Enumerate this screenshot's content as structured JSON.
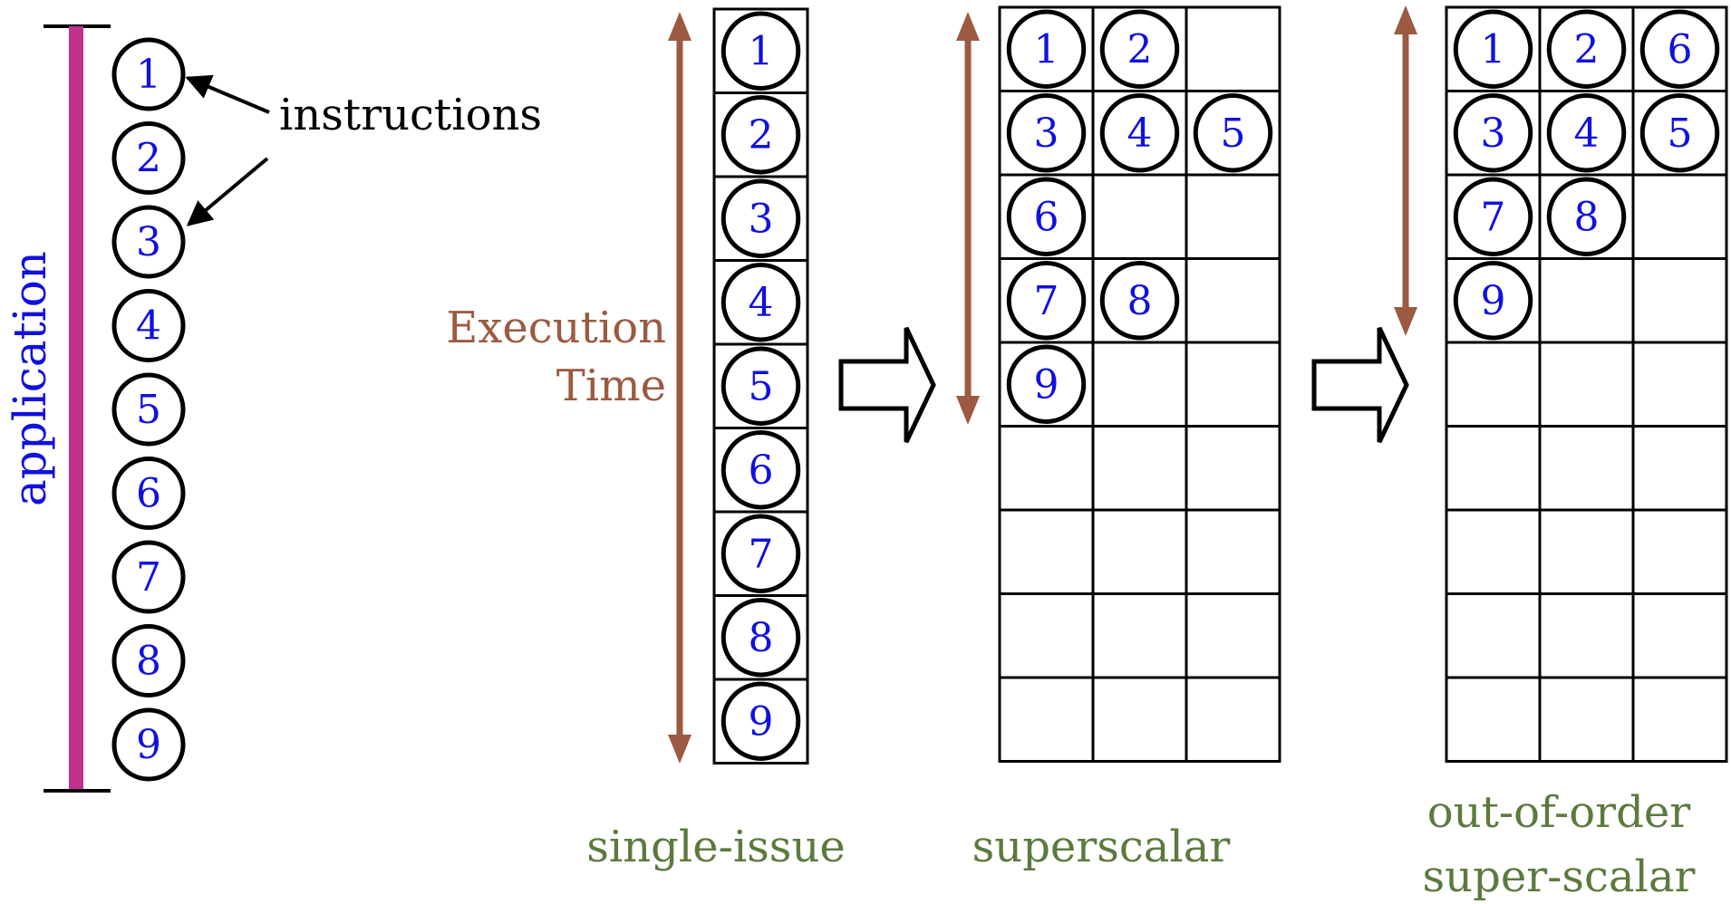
{
  "labels": {
    "application": "application",
    "instructions": "instructions",
    "execution_line1": "Execution",
    "execution_line2": "Time",
    "single_issue": "single-issue",
    "superscalar": "superscalar",
    "ooo_line1": "out-of-order",
    "ooo_line2": "super-scalar"
  },
  "colors": {
    "instruction_number": "#1010e0",
    "application_bar": "#c0308f",
    "application_label": "#1010e0",
    "execution_time": "#9b5a41",
    "caption": "#5c7a3e",
    "lines": "#000000"
  },
  "application_instructions": [
    "1",
    "2",
    "3",
    "4",
    "5",
    "6",
    "7",
    "8",
    "9"
  ],
  "schedules": {
    "single_issue": {
      "columns": 1,
      "rows": [
        [
          "1"
        ],
        [
          "2"
        ],
        [
          "3"
        ],
        [
          "4"
        ],
        [
          "5"
        ],
        [
          "6"
        ],
        [
          "7"
        ],
        [
          "8"
        ],
        [
          "9"
        ]
      ]
    },
    "superscalar": {
      "columns": 3,
      "rows": [
        [
          "1",
          "2",
          ""
        ],
        [
          "3",
          "4",
          "5"
        ],
        [
          "6",
          "",
          ""
        ],
        [
          "7",
          "8",
          ""
        ],
        [
          "9",
          "",
          ""
        ],
        [
          "",
          "",
          ""
        ],
        [
          "",
          "",
          ""
        ],
        [
          "",
          "",
          ""
        ],
        [
          "",
          "",
          ""
        ]
      ]
    },
    "out_of_order": {
      "columns": 3,
      "rows": [
        [
          "1",
          "2",
          "6"
        ],
        [
          "3",
          "4",
          "5"
        ],
        [
          "7",
          "8",
          ""
        ],
        [
          "9",
          "",
          ""
        ],
        [
          "",
          "",
          ""
        ],
        [
          "",
          "",
          ""
        ],
        [
          "",
          "",
          ""
        ],
        [
          "",
          "",
          ""
        ],
        [
          "",
          "",
          ""
        ]
      ]
    }
  }
}
